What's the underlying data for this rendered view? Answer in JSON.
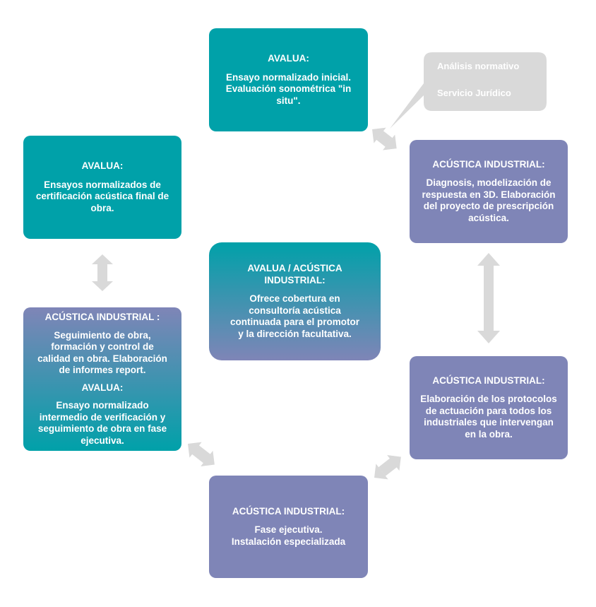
{
  "colors": {
    "teal": "#00a1a9",
    "purple": "#7f85b7",
    "arrow": "#d9d9d9",
    "callout": "#d9d9d9"
  },
  "boxes": {
    "top": {
      "title": "AVALUA:",
      "text": "Ensayo normalizado inicial.\nEvaluación sonométrica \"in\nsitu\"."
    },
    "upper_left": {
      "title": "AVALUA:",
      "text": "Ensayos normalizados de\ncertificación acústica final de\nobra."
    },
    "upper_right": {
      "title": "ACÚSTICA INDUSTRIAL:",
      "text": "Diagnosis, modelización de\nrespuesta en 3D. Elaboración\ndel proyecto de prescripción\nacústica."
    },
    "center": {
      "title": "AVALUA / ACÚSTICA\nINDUSTRIAL:",
      "text": "Ofrece cobertura en\nconsultoría acústica\ncontinuada para el promotor\ny la dirección facultativa."
    },
    "lower_left": {
      "title1": "ACÚSTICA INDUSTRIAL :",
      "text1": "Seguimiento de obra,\nformación y control de\ncalidad en obra. Elaboración\nde informes report.",
      "title2": "AVALUA:",
      "text2": "Ensayo normalizado\nintermedio de verificación y\nseguimiento  de obra en fase\nejecutiva."
    },
    "lower_right": {
      "title": "ACÚSTICA INDUSTRIAL:",
      "text": "Elaboración de los protocolos\nde actuación para todos los\nindustriales que intervengan\nen la obra."
    },
    "bottom": {
      "title": "ACÚSTICA INDUSTRIAL:",
      "text": "Fase ejecutiva.\nInstalación especializada"
    }
  },
  "callout": {
    "line1": "Análisis normativo",
    "line2": "Servicio Jurídico"
  }
}
